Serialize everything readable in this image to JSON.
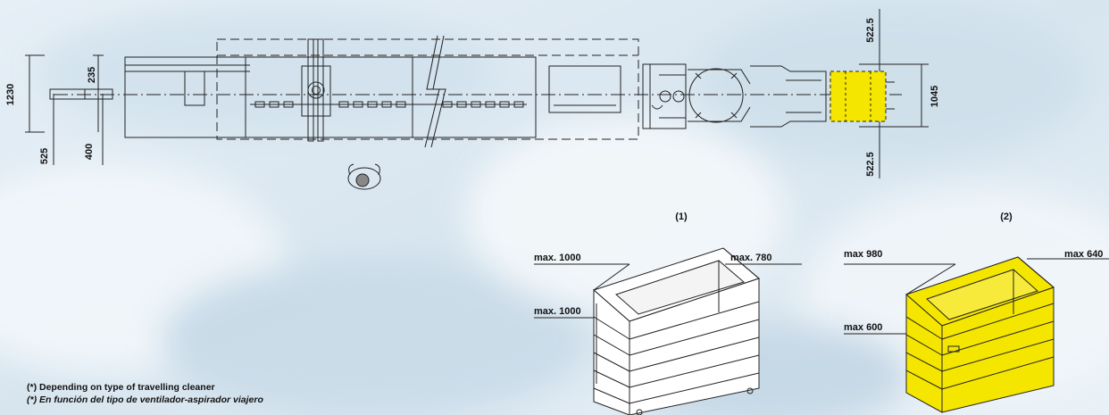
{
  "plan": {
    "dims": {
      "d1230": "1230",
      "d235": "235",
      "d525": "525",
      "d400": "400",
      "d522_top": "522.5",
      "d1045": "1045",
      "d522_bottom": "522.5"
    }
  },
  "carts": [
    {
      "label": "(1)",
      "width": "max. 1000",
      "depth": "max. 780",
      "height": "max. 1000",
      "color": "#ffffff"
    },
    {
      "label": "(2)",
      "width": "max 980",
      "depth": "max 640",
      "height": "max 600",
      "color": "#f5e600"
    }
  ],
  "notes": {
    "english": "(*) Depending on type of travelling cleaner",
    "spanish": "(*) En función del tipo de ventilador-aspirador viajero"
  },
  "colors": {
    "highlight": "#f5e600",
    "line": "#222222",
    "background": "#dde9f2"
  }
}
